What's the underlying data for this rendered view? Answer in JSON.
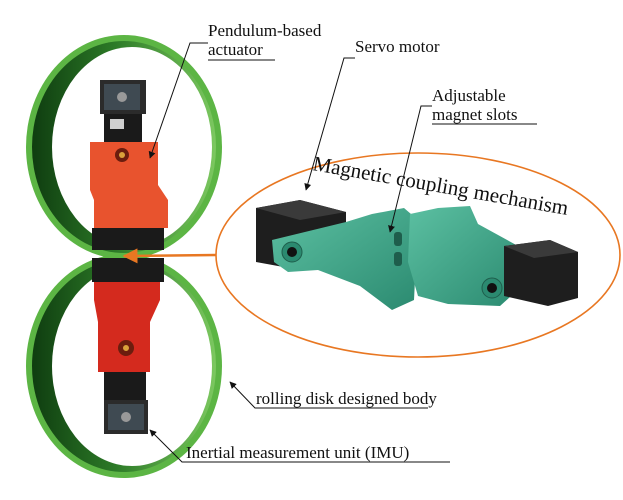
{
  "labels": {
    "actuator_line1": "Pendulum-based",
    "actuator_line2": "actuator",
    "servo": "Servo motor",
    "magnet_line1": "Adjustable",
    "magnet_line2": "magnet slots",
    "coupling": "Magnetic coupling mechanism",
    "body": "rolling disk designed body",
    "imu": "Inertial measurement unit (IMU)"
  },
  "colors": {
    "disk_outer": "#4a9e36",
    "disk_inner": "#1f6b1c",
    "actuator_top": "#e8532e",
    "actuator_bottom": "#d42a1e",
    "coupling_part": "#3aa387",
    "motor": "#1e1e1e",
    "callout": "#e87722"
  }
}
